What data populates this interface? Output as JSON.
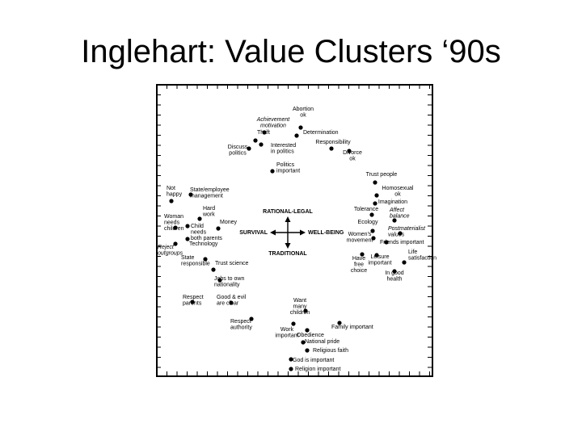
{
  "slide": {
    "title": "Inglehart: Value Clusters ‘90s"
  },
  "axes": {
    "up": "RATIONAL-LEGAL",
    "down": "TRADITIONAL",
    "left": "SURVIVAL",
    "right": "WELL-BEING"
  },
  "items": [
    {
      "lines": [
        "Abortion",
        "ok"
      ]
    },
    {
      "lines": [
        "Achievement",
        "motivation"
      ],
      "italic": true
    },
    {
      "lines": [
        "Thrift"
      ]
    },
    {
      "lines": [
        "Determination"
      ]
    },
    {
      "lines": [
        "Responsibility"
      ]
    },
    {
      "lines": [
        "Discuss",
        "politics"
      ]
    },
    {
      "lines": [
        "Interested",
        "in politics"
      ]
    },
    {
      "lines": [
        "Divorce",
        "ok"
      ]
    },
    {
      "lines": [
        "Politics",
        "important"
      ]
    },
    {
      "lines": [
        "Trust people"
      ]
    },
    {
      "lines": [
        "Not",
        "happy"
      ]
    },
    {
      "lines": [
        "State/employee",
        "management"
      ]
    },
    {
      "lines": [
        "Homosexual",
        "ok"
      ]
    },
    {
      "lines": [
        "Imagination"
      ]
    },
    {
      "lines": [
        "Hard",
        "work"
      ]
    },
    {
      "lines": [
        "Woman",
        "needs",
        "children"
      ]
    },
    {
      "lines": [
        "Money"
      ]
    },
    {
      "lines": [
        "Child",
        "needs",
        "both parents"
      ]
    },
    {
      "lines": [
        "Tolerance"
      ]
    },
    {
      "lines": [
        "Affect",
        "balance"
      ],
      "italic": true
    },
    {
      "lines": [
        "Ecology"
      ]
    },
    {
      "lines": [
        "Technology"
      ]
    },
    {
      "lines": [
        "Reject",
        "outgroups"
      ],
      "italic": true
    },
    {
      "lines": [
        "Postmaterialist",
        "values"
      ],
      "italic": true
    },
    {
      "lines": [
        "Women's",
        "movement"
      ]
    },
    {
      "lines": [
        "Friends important"
      ]
    },
    {
      "lines": [
        "State",
        "responsible"
      ]
    },
    {
      "lines": [
        "Trust science"
      ]
    },
    {
      "lines": [
        "Have",
        "free",
        "choice"
      ]
    },
    {
      "lines": [
        "Leisure",
        "important"
      ]
    },
    {
      "lines": [
        "Life",
        "satisfaction"
      ]
    },
    {
      "lines": [
        "Jobs to own",
        "nationality"
      ]
    },
    {
      "lines": [
        "In good",
        "health"
      ]
    },
    {
      "lines": [
        "Respect",
        "parents"
      ]
    },
    {
      "lines": [
        "Good & evil",
        "are clear"
      ]
    },
    {
      "lines": [
        "Want",
        "many",
        "children"
      ]
    },
    {
      "lines": [
        "Respect",
        "authority"
      ]
    },
    {
      "lines": [
        "Family important"
      ]
    },
    {
      "lines": [
        "Work",
        "important"
      ]
    },
    {
      "lines": [
        "Obedience"
      ]
    },
    {
      "lines": [
        "National pride"
      ]
    },
    {
      "lines": [
        "Religious faith"
      ]
    },
    {
      "lines": [
        "God is important"
      ]
    },
    {
      "lines": [
        "Religion important"
      ]
    }
  ]
}
